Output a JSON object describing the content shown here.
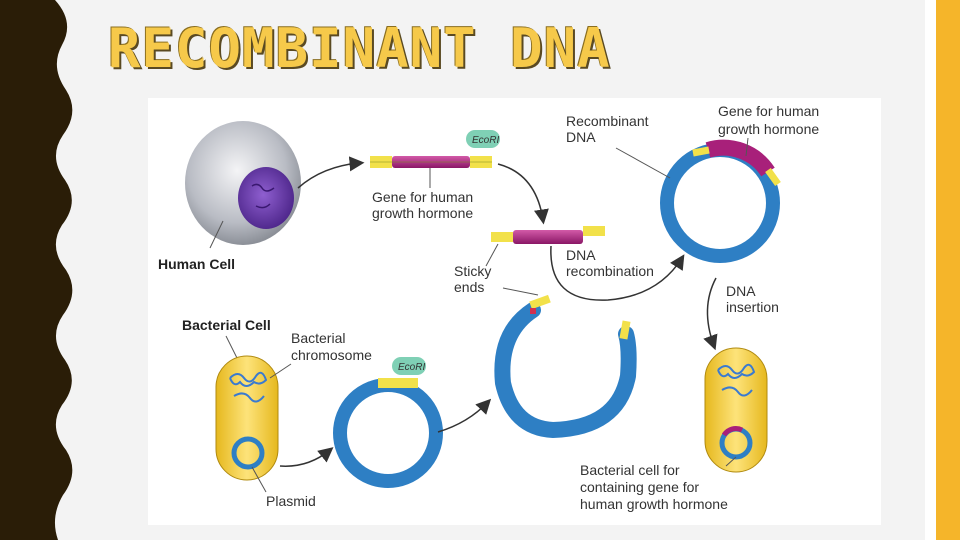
{
  "title": "RECOMBINANT  DNA",
  "diagram": {
    "human_cell": "Human Cell",
    "gene_label_line1": "Gene for human",
    "gene_label_line2": "growth hormone",
    "enzyme": "EcoRI",
    "sticky_line1": "Sticky",
    "sticky_line2": "ends",
    "dna_recomb_line1": "DNA",
    "dna_recomb_line2": "recombination",
    "recombinant_line1": "Recombinant",
    "recombinant_line2": "DNA",
    "gene_top_line1": "Gene for human",
    "gene_top_line2": "growth hormone",
    "dna_insertion_line1": "DNA",
    "dna_insertion_line2": "insertion",
    "bacterial_cell": "Bacterial Cell",
    "bact_chrom_line1": "Bacterial",
    "bact_chrom_line2": "chromosome",
    "plasmid": "Plasmid",
    "result_line1": "Bacterial cell for",
    "result_line2": "containing gene for",
    "result_line3": "human growth hormone"
  },
  "colors": {
    "title": "#f6c94a",
    "accent_bar": "#f5b52a",
    "left_border": "#2a1d07",
    "plasmid_blue": "#2e7fc4",
    "gene_magenta": "#a8207a",
    "bacteria_yellow": "#f2cf3a",
    "nucleus_purple": "#6a3fa8"
  }
}
